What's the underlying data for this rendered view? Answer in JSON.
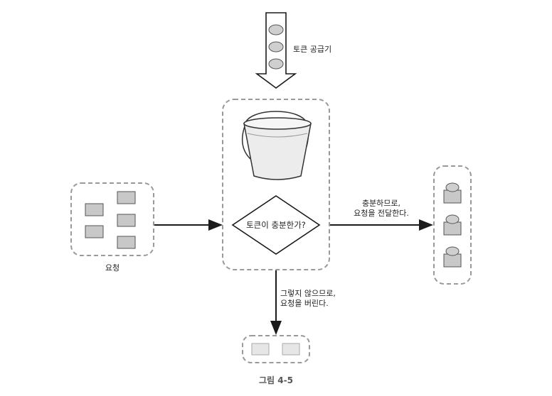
{
  "diagram": {
    "token_supplier_label": "토큰 공급기",
    "decision_label": "토큰이 충분한가?",
    "requests_label": "요청",
    "forward_label_line1": "충분하므로,",
    "forward_label_line2": "요청을 전달한다.",
    "drop_label_line1": "그렇지 않으므로,",
    "drop_label_line2": "요청을 버린다.",
    "caption": "그림 4-5"
  },
  "colors": {
    "stroke": "#1a1a1a",
    "dashed_border": "#9a9a9a",
    "request_fill": "#c8c8c8",
    "dropped_fill": "#e6e6e6",
    "token_fill": "#cfcfcf",
    "bucket_fill": "#ececec"
  }
}
